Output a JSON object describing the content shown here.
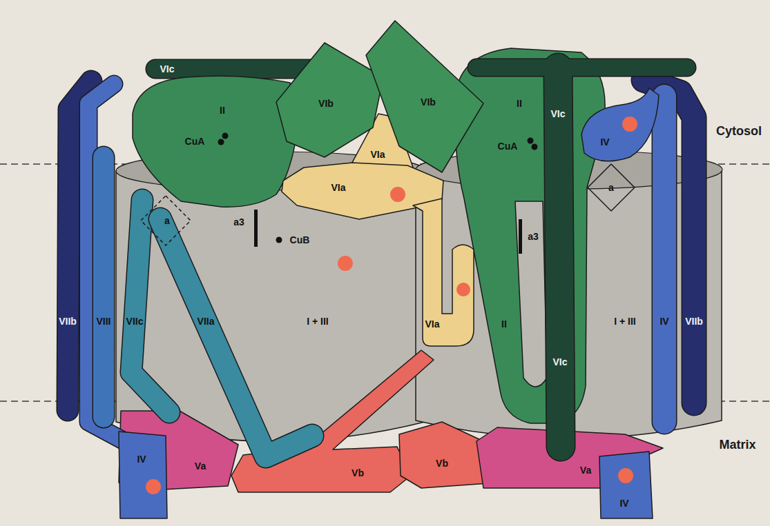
{
  "diagram": {
    "nodes": [
      {
        "text": [
          "VIc"
        ]
      },
      {
        "text": [
          "II",
          "CuA"
        ]
      },
      {
        "text": [
          "VIb"
        ]
      },
      {
        "text": [
          "VIb"
        ]
      },
      {
        "text": [
          "II",
          "CuA",
          "II"
        ]
      },
      {
        "text": [
          "VIc",
          "VIc"
        ]
      },
      {
        "text": [
          "VIa"
        ]
      },
      {
        "text": [
          "IV"
        ]
      },
      {
        "text": [
          "VIa"
        ]
      },
      {
        "text": [
          "a3",
          "CuB",
          "I + III"
        ]
      },
      {
        "text": [
          "a"
        ],
        "in": 9
      },
      {
        "text": [
          "a3",
          "I + III"
        ]
      },
      {
        "text": [
          "a"
        ],
        "in": 11
      },
      {
        "text": [
          "VIIb"
        ]
      },
      {
        "text": [
          "VIII"
        ]
      },
      {
        "text": [
          "VIIc"
        ]
      },
      {
        "text": [
          "VIIa"
        ]
      },
      {
        "text": [
          "VIa"
        ]
      },
      {
        "text": [
          "IV"
        ]
      },
      {
        "text": [
          "VIIb"
        ]
      },
      {
        "text": [
          "IV"
        ]
      },
      {
        "text": [
          "Va"
        ]
      },
      {
        "text": [
          "Vb"
        ]
      },
      {
        "text": [
          "Vb"
        ]
      },
      {
        "text": [
          "Va"
        ]
      },
      {
        "text": [
          "IV"
        ]
      }
    ],
    "labels": [
      "Cytosol",
      "Matrix"
    ]
  }
}
